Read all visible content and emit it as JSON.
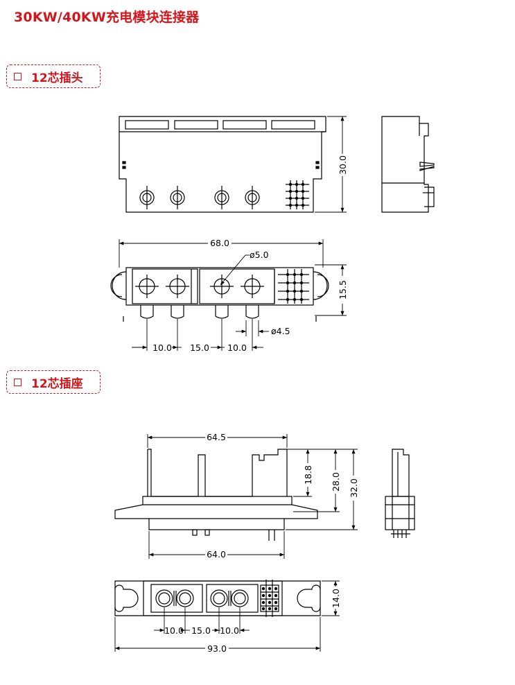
{
  "title": "30KW/40KW充电模块连接器",
  "sections": [
    {
      "label": "12芯插头",
      "icon": "square-icon"
    },
    {
      "label": "12芯插座",
      "icon": "square-icon"
    }
  ],
  "plug": {
    "height": "30.0",
    "width": "68.0",
    "depth": "15.5",
    "hole_dia": "ø5.0",
    "pin_dia": "ø4.5",
    "pitch_1": "10.0",
    "pitch_2": "15.0",
    "pitch_3": "10.0"
  },
  "socket": {
    "top_width": "64.5",
    "h1": "18.8",
    "h2": "28.0",
    "h3": "32.0",
    "bottom_width": "64.0",
    "depth": "14.0",
    "pitch_1": "10.0",
    "pitch_2": "15.0",
    "pitch_3": "10.0",
    "total_width": "93.0"
  }
}
